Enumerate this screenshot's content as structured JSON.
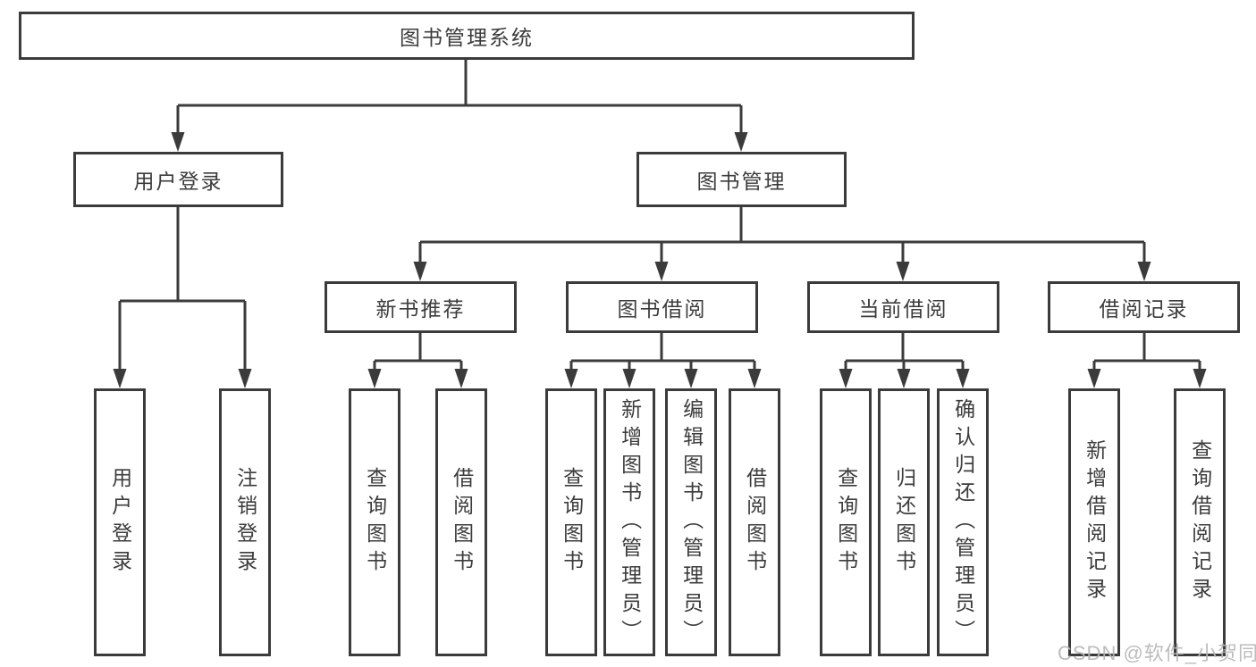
{
  "diagram": {
    "type": "hierarchy",
    "root": {
      "label": "图书管理系统"
    },
    "level2": [
      {
        "label": "用户登录"
      },
      {
        "label": "图书管理"
      }
    ],
    "level3": [
      {
        "label": "新书推荐",
        "parent": "图书管理"
      },
      {
        "label": "图书借阅",
        "parent": "图书管理"
      },
      {
        "label": "当前借阅",
        "parent": "图书管理"
      },
      {
        "label": "借阅记录",
        "parent": "图书管理"
      }
    ],
    "leaves": [
      {
        "label": "用户登录",
        "parent": "用户登录"
      },
      {
        "label": "注销登录",
        "parent": "用户登录"
      },
      {
        "label": "查询图书",
        "parent": "新书推荐"
      },
      {
        "label": "借阅图书",
        "parent": "新书推荐"
      },
      {
        "label": "查询图书",
        "parent": "图书借阅"
      },
      {
        "label": "新增图书（管理员）",
        "parent": "图书借阅"
      },
      {
        "label": "编辑图书（管理员）",
        "parent": "图书借阅"
      },
      {
        "label": "借阅图书",
        "parent": "图书借阅"
      },
      {
        "label": "查询图书",
        "parent": "当前借阅"
      },
      {
        "label": "归还图书",
        "parent": "当前借阅"
      },
      {
        "label": "确认归还（管理员）",
        "parent": "当前借阅"
      },
      {
        "label": "新增借阅记录",
        "parent": "借阅记录"
      },
      {
        "label": "查询借阅记录",
        "parent": "借阅记录"
      }
    ],
    "colors": {
      "line": "#3b3b3b",
      "text": "#3c3c3c",
      "background": "#ffffff",
      "watermark": "#b6b6b6"
    }
  },
  "watermark": "CSDN @软件_小贺同学"
}
